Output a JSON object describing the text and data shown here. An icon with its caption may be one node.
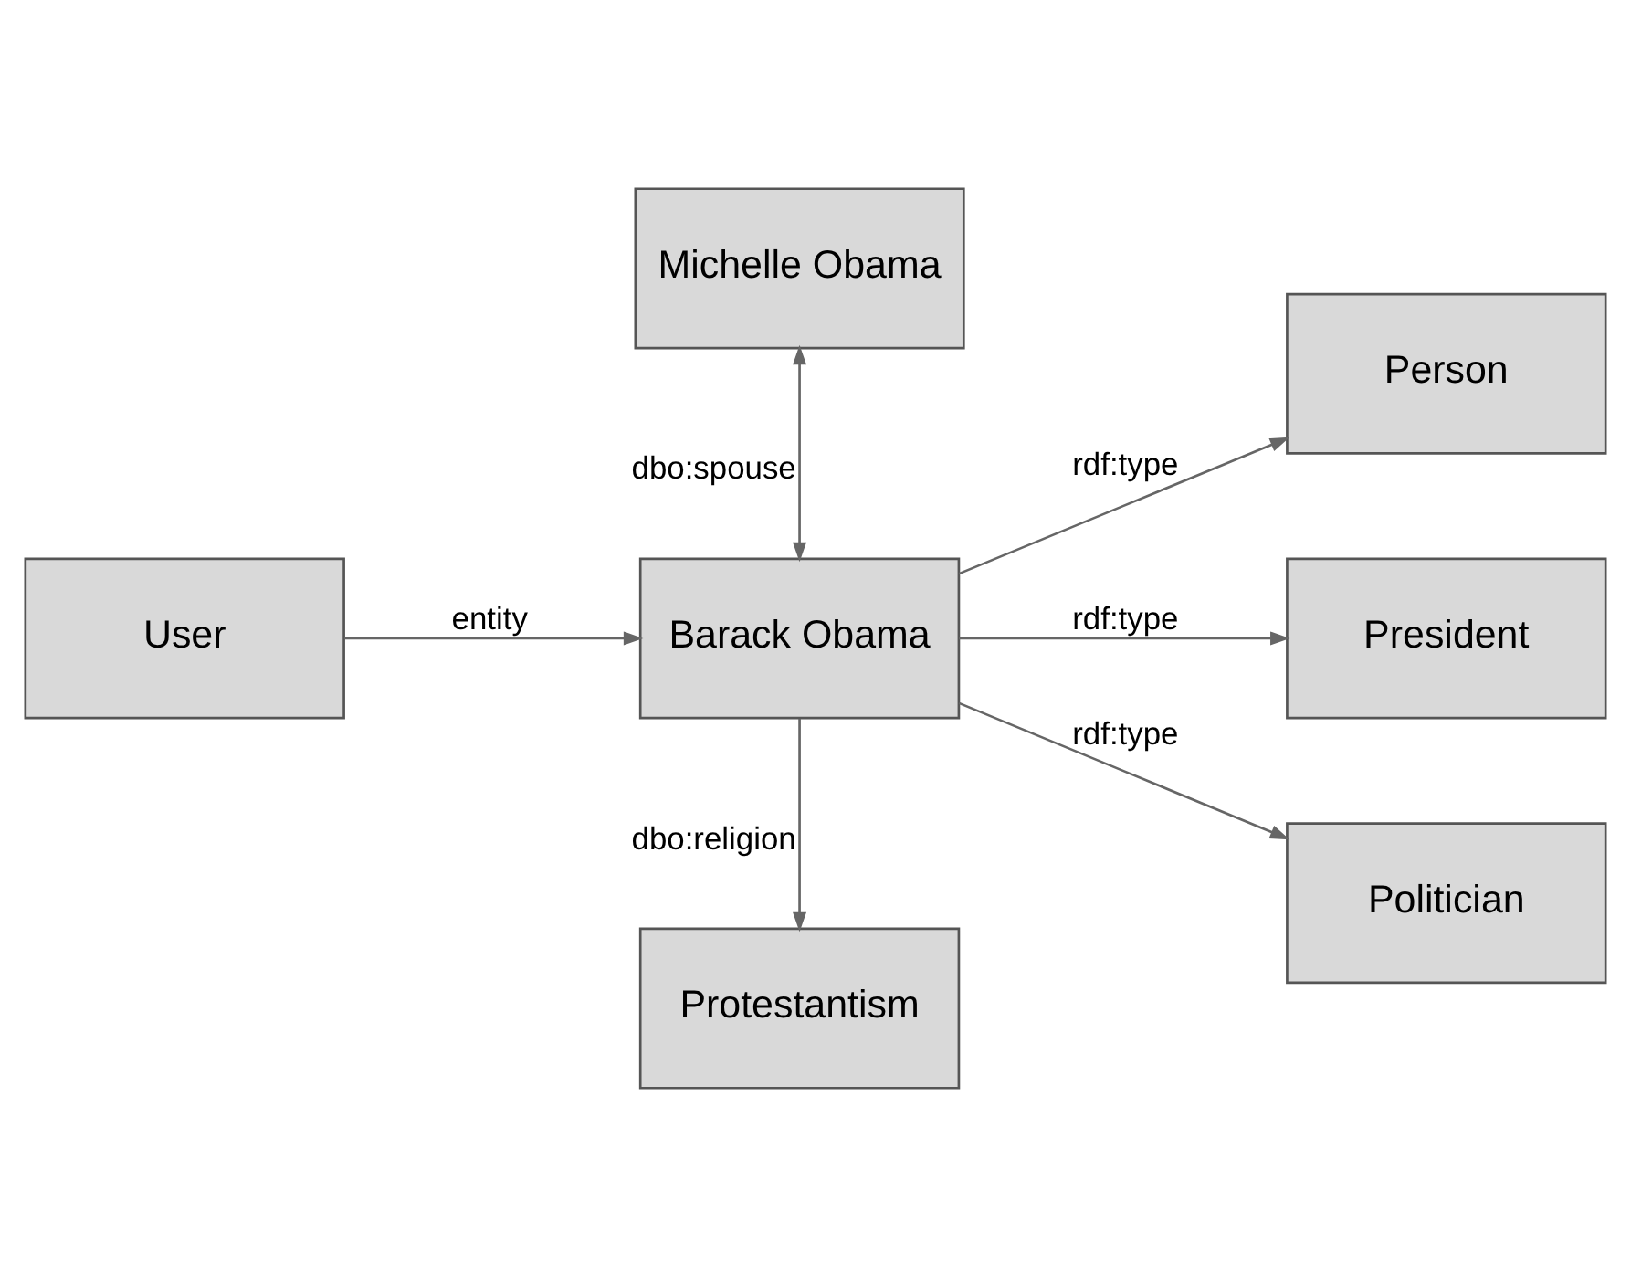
{
  "diagram": {
    "nodes": [
      {
        "text": [
          "Michelle Obama"
        ]
      },
      {
        "text": [
          "Person"
        ]
      },
      {
        "text": [
          "User"
        ]
      },
      {
        "text": [
          "Barack Obama"
        ]
      },
      {
        "text": [
          "President"
        ]
      },
      {
        "text": [
          "Politician"
        ]
      },
      {
        "text": [
          "Protestantism"
        ]
      }
    ],
    "edges": [
      {
        "from": 3,
        "to": 0,
        "arrow": "both",
        "label": "dbo:spouse"
      },
      {
        "from": 2,
        "to": 3,
        "arrow": "to",
        "label": "entity"
      },
      {
        "from": 3,
        "to": 1,
        "arrow": "to",
        "label": "rdf:type"
      },
      {
        "from": 3,
        "to": 4,
        "arrow": "to",
        "label": "rdf:type"
      },
      {
        "from": 3,
        "to": 5,
        "arrow": "to",
        "label": "rdf:type"
      },
      {
        "from": 3,
        "to": 6,
        "arrow": "to",
        "label": "dbo:religion"
      }
    ]
  }
}
